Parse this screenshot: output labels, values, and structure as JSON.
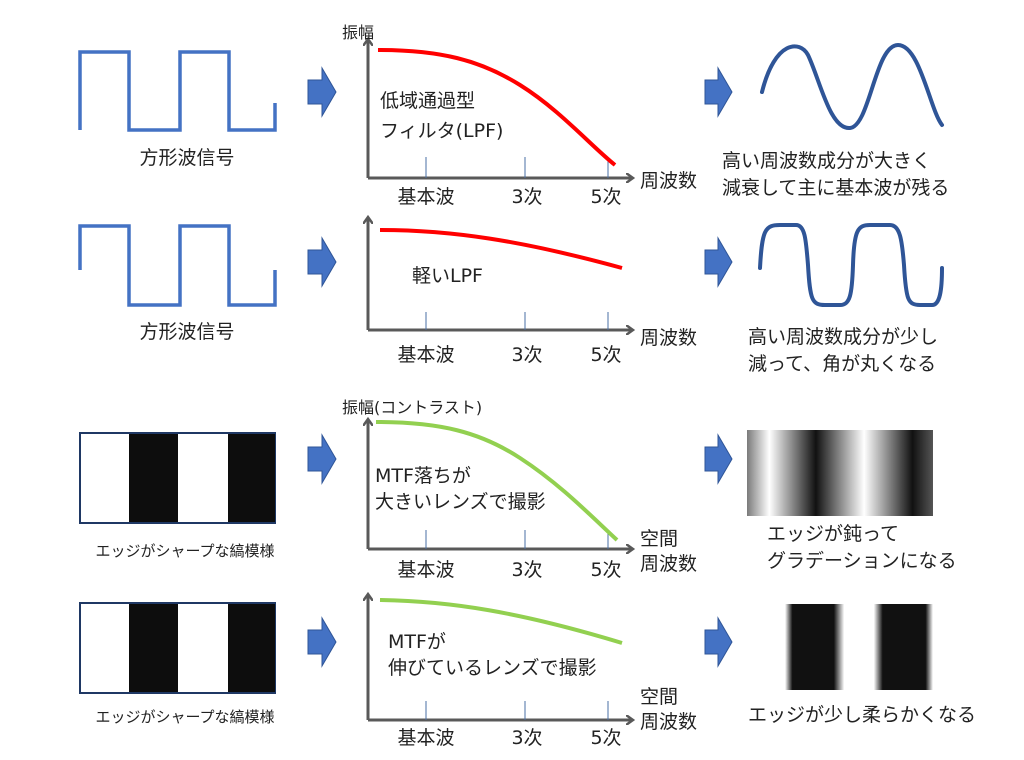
{
  "colors": {
    "wave": "#4472C4",
    "output_wave": "#2F5597",
    "lpf_curve": "#FF0000",
    "mtf_curve": "#92D050",
    "arrow": "#4472C4"
  },
  "rows": [
    {
      "input_label": "方形波信号",
      "y_axis": "振幅",
      "filter_text": [
        "低域通過型",
        "フィルタ(LPF)"
      ],
      "x_axis": [
        "周波数"
      ],
      "ticks": [
        "基本波",
        "3次",
        "5次"
      ],
      "result": [
        "高い周波数成分が大きく",
        "減衰して主に基本波が残る"
      ]
    },
    {
      "input_label": "方形波信号",
      "filter_text": [
        "軽いLPF"
      ],
      "x_axis": [
        "周波数"
      ],
      "ticks": [
        "基本波",
        "3次",
        "5次"
      ],
      "result": [
        "高い周波数成分が少し",
        "減って、角が丸くなる"
      ]
    },
    {
      "input_label": "エッジがシャープな縞模様",
      "y_axis": "振幅(コントラスト)",
      "filter_text": [
        "MTF落ちが",
        "大きいレンズで撮影"
      ],
      "x_axis": [
        "空間",
        "周波数"
      ],
      "ticks": [
        "基本波",
        "3次",
        "5次"
      ],
      "result": [
        "エッジが鈍って",
        "グラデーションになる"
      ]
    },
    {
      "input_label": "エッジがシャープな縞模様",
      "filter_text": [
        "MTFが",
        "伸びているレンズで撮影"
      ],
      "x_axis": [
        "空間",
        "周波数"
      ],
      "ticks": [
        "基本波",
        "3次",
        "5次"
      ],
      "result": [
        "エッジが少し柔らかくなる"
      ]
    }
  ]
}
